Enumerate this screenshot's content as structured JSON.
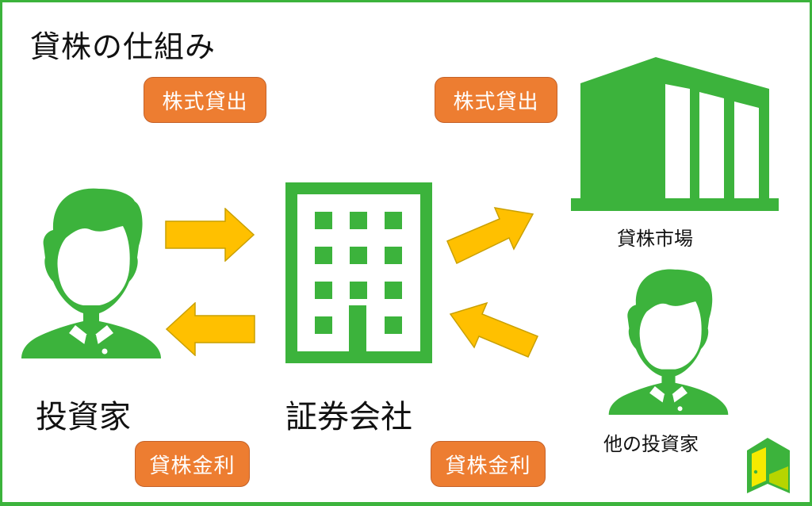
{
  "diagram": {
    "title": "貸株の仕組み",
    "colors": {
      "frame": "#3cb33c",
      "icon_green": "#3cb33c",
      "arrow_fill": "#ffc000",
      "arrow_stroke": "#c9a000",
      "pill_fill": "#ed7d31",
      "pill_text": "#ffffff"
    },
    "nodes": {
      "investor": {
        "label": "投資家",
        "icon": "person-icon"
      },
      "securities_company": {
        "label": "証券会社",
        "icon": "office-building-icon"
      },
      "lending_market": {
        "label": "貸株市場",
        "icon": "warehouse-icon"
      },
      "other_investor": {
        "label": "他の投資家",
        "icon": "person-icon"
      }
    },
    "tags": {
      "stock_lending_left": "株式貸出",
      "stock_lending_right": "株式貸出",
      "lending_rate_left": "貸株金利",
      "lending_rate_right": "貸株金利"
    },
    "arrows": [
      {
        "from": "投資家",
        "to": "証券会社",
        "direction": "right"
      },
      {
        "from": "証券会社",
        "to": "投資家",
        "direction": "left"
      },
      {
        "from": "証券会社",
        "to": "貸株市場",
        "direction": "up-right"
      },
      {
        "from": "他の投資家",
        "to": "証券会社",
        "direction": "up-left"
      }
    ],
    "logo": {
      "icon": "door-logo-icon"
    }
  }
}
